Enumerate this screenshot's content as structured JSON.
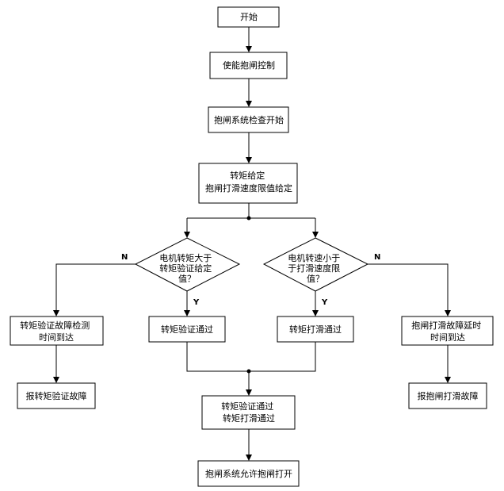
{
  "nodes": {
    "start": [
      "开始"
    ],
    "enable_brake_control": [
      "使能抱闸控制"
    ],
    "brake_check_start": [
      "抱闸系统检查开始"
    ],
    "torque_setpoint": [
      "转矩给定",
      "抱闸打滑速度限值给定"
    ],
    "motor_torque_decision": [
      "电机转矩大于",
      "转矩验证给定",
      "值？"
    ],
    "motor_speed_decision": [
      "电机转速小于",
      "于打滑速度限",
      "值？"
    ],
    "torque_timeout": [
      "转矩验证故障检测",
      "时间到达"
    ],
    "torque_verify_pass": [
      "转矩验证通过"
    ],
    "slip_pass": [
      "转矩打滑通过"
    ],
    "slip_timeout": [
      "抱闸打滑故障延时",
      "时间到达"
    ],
    "report_torque_fault": [
      "报转矩验证故障"
    ],
    "report_slip_fault": [
      "报抱闸打滑故障"
    ],
    "both_pass": [
      "转矩验证通过",
      "转矩打滑通过"
    ],
    "brake_open_allowed": [
      "抱闸系统允许抱闸打开"
    ]
  },
  "branch_labels": {
    "torque_no": "N",
    "torque_yes": "Y",
    "speed_yes": "Y",
    "speed_no": "N"
  }
}
